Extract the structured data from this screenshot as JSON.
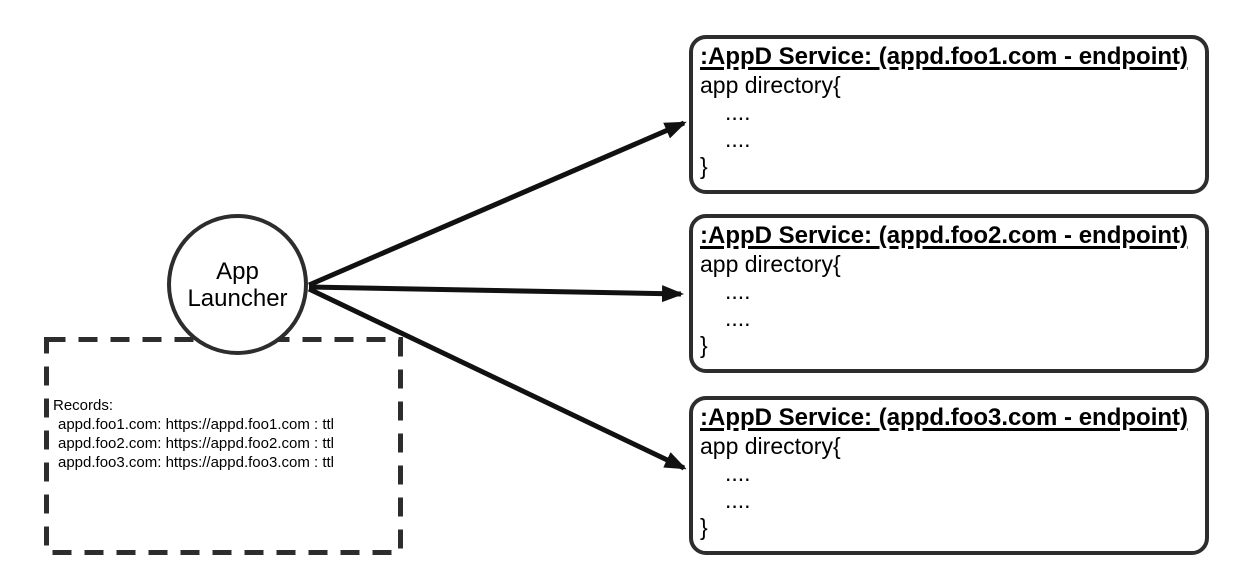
{
  "colors": {
    "stroke": "#2d2d2d",
    "arrow": "#111111",
    "background": "#ffffff",
    "text": "#000000"
  },
  "launcher": {
    "line1": "App",
    "line2": "Launcher"
  },
  "records_box": {
    "title": "Records:",
    "records": [
      "appd.foo1.com: https://appd.foo1.com : ttl",
      "appd.foo2.com: https://appd.foo2.com : ttl",
      "appd.foo3.com: https://appd.foo3.com : ttl"
    ]
  },
  "services": [
    {
      "title": ":AppD Service: (appd.foo1.com - endpoint)",
      "lines": [
        "app directory{",
        "....",
        "....",
        "}"
      ]
    },
    {
      "title": ":AppD Service: (appd.foo2.com - endpoint)",
      "lines": [
        "app directory{",
        "....",
        "....",
        "}"
      ]
    },
    {
      "title": ":AppD Service: (appd.foo3.com - endpoint)",
      "lines": [
        "app directory{",
        "....",
        "....",
        "}"
      ]
    }
  ]
}
